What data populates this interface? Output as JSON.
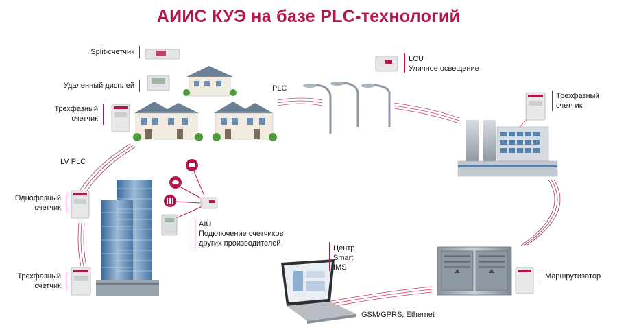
{
  "title": "АИИС КУЭ на базе PLC-технологий",
  "labels": {
    "split_meter": "Split-счетчик",
    "remote_display": "Удаленный дисплей",
    "three_phase_top_line1": "Трехфазный",
    "three_phase_top_line2": "счетчик",
    "plc": "PLC",
    "lcu_line1": "LCU",
    "lcu_line2": "Уличное освещение",
    "three_phase_right_line1": "Трехфазный",
    "three_phase_right_line2": "счетчик",
    "lv_plc": "LV PLC",
    "single_phase_line1": "Однофазный",
    "single_phase_line2": "счетчик",
    "aiu_line1": "AIU",
    "aiu_line2": "Подключение счетчиков",
    "aiu_line3": "других производителей",
    "center_line1": "Центр",
    "center_line2": "Smart",
    "center_line3": "IMS",
    "router": "Маршрутизатор",
    "three_phase_bottom_line1": "Трехфазный",
    "three_phase_bottom_line2": "счетчик",
    "gsm": "GSM/GPRS, Ethernet"
  },
  "colors": {
    "accent": "#b5154b",
    "line_red": "#c0163e",
    "building_blue": "#5a7fa8",
    "meter_body": "#e8e8ea"
  }
}
